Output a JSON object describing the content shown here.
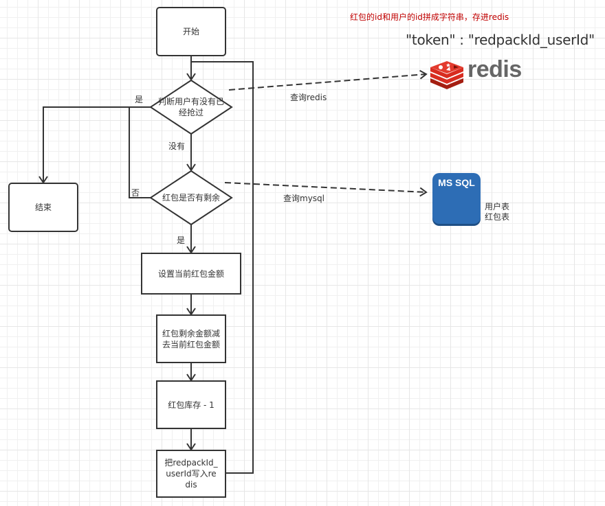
{
  "annotations": {
    "note": "红包的id和用户的id拼成字符串，存进redis",
    "token_format": "\"token\" : \"redpackId_userId\""
  },
  "nodes": {
    "start": "开始",
    "check_grabbed": "判断用户有没有已经抢过",
    "check_remaining": "红包是否有剩余",
    "end": "结束",
    "set_amount": "设置当前红包金额",
    "subtract_amount": "红包剩余金额减去当前红包金额",
    "decrement_stock": "红包库存 - 1",
    "write_redis": "把redpackId_userId写入redis"
  },
  "edge_labels": {
    "yes_grabbed": "是",
    "no_grabbed": "没有",
    "no_remaining": "否",
    "yes_remaining": "是",
    "query_redis": "查询redis",
    "query_mysql": "查询mysql"
  },
  "external": {
    "redis_label": "redis",
    "mssql_label": "MS SQL",
    "mssql_tables": [
      "用户表",
      "红包表"
    ]
  },
  "colors": {
    "line": "#333333",
    "note": "#c00000",
    "redis_red": "#d82c20",
    "mssql_blue": "#2d6db5"
  }
}
